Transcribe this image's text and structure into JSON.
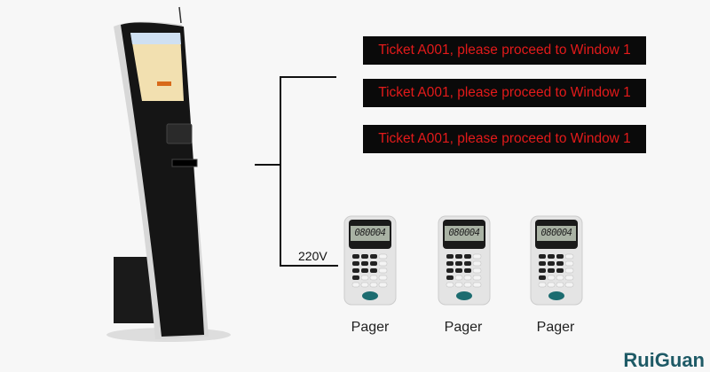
{
  "banners": [
    {
      "text": "Ticket A001, please proceed to Window 1"
    },
    {
      "text": "Ticket A001, please proceed to Window 1"
    },
    {
      "text": "Ticket A001, please proceed to Window 1"
    }
  ],
  "power_label": "220V",
  "pagers": [
    {
      "label": "Pager",
      "display": "080004"
    },
    {
      "label": "Pager",
      "display": "080004"
    },
    {
      "label": "Pager",
      "display": "080004"
    }
  ],
  "brand": "RuiGuan",
  "colors": {
    "banner_bg": "#0a0a0a",
    "banner_text": "#e31a1a",
    "brand": "#1e5a66"
  }
}
